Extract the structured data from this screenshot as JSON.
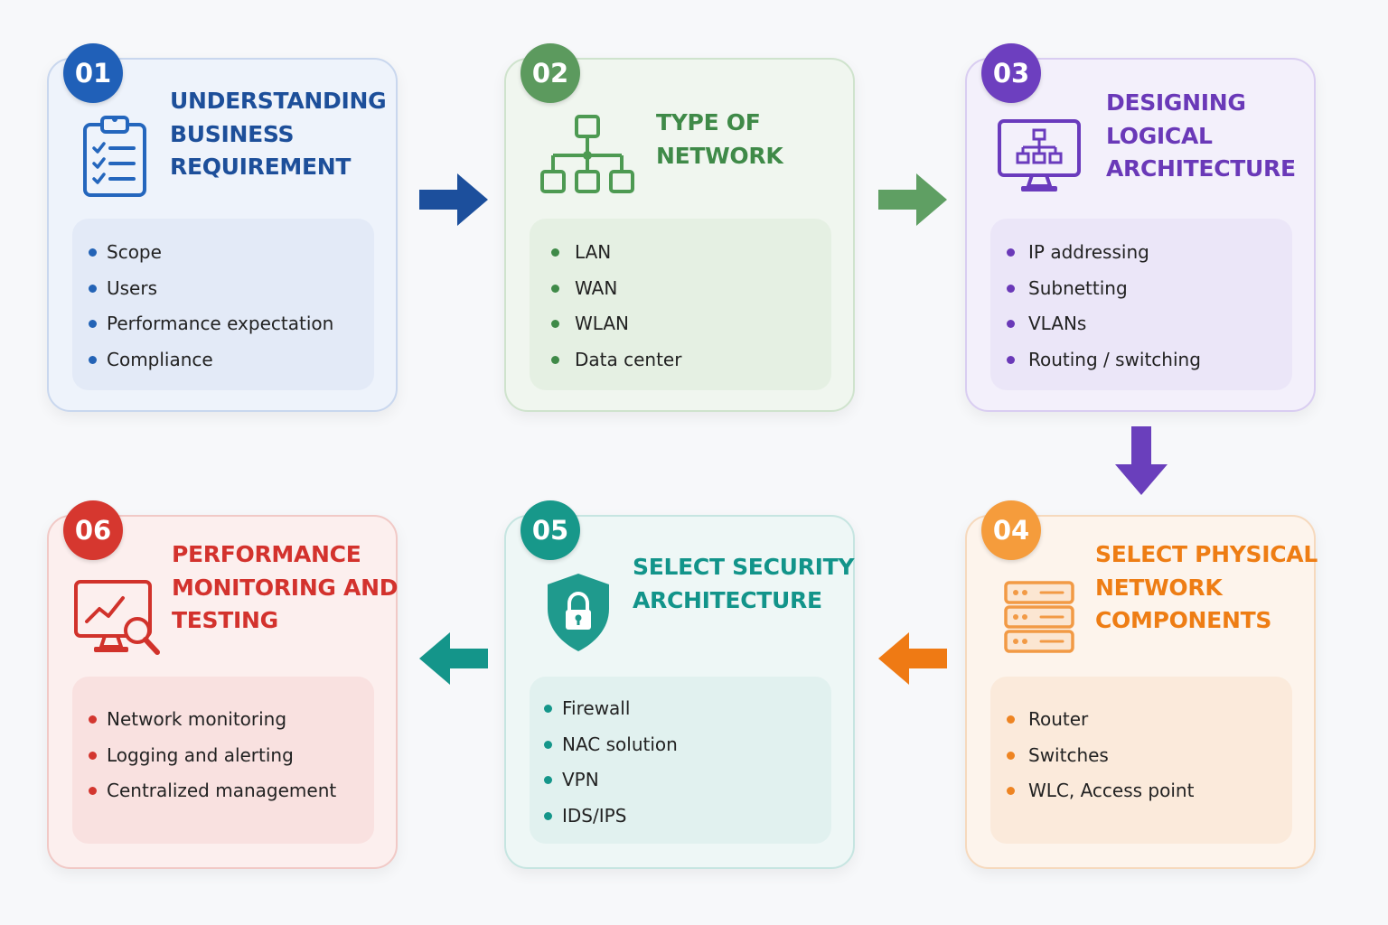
{
  "steps": [
    {
      "number": "01",
      "title_lines": [
        "UNDERSTANDING",
        "BUSINESS",
        "REQUIREMENT"
      ],
      "icon": "clipboard-checklist-icon",
      "items": [
        "Scope",
        "Users",
        "Performance expectation",
        "Compliance"
      ],
      "color": "#2060b8"
    },
    {
      "number": "02",
      "title_lines": [
        "TYPE OF",
        "NETWORK"
      ],
      "icon": "network-hierarchy-icon",
      "items": [
        "LAN",
        "WAN",
        "WLAN",
        "Data center"
      ],
      "color": "#5c9a5e"
    },
    {
      "number": "03",
      "title_lines": [
        "DESIGNING",
        "LOGICAL",
        "ARCHITECTURE"
      ],
      "icon": "monitor-topology-icon",
      "items": [
        "IP addressing",
        "Subnetting",
        "VLANs",
        "Routing / switching"
      ],
      "color": "#6d3fbf"
    },
    {
      "number": "04",
      "title_lines": [
        "SELECT PHYSICAL",
        "NETWORK",
        "COMPONENTS"
      ],
      "icon": "server-rack-icon",
      "items": [
        "Router",
        "Switches",
        "WLC, Access point"
      ],
      "color": "#f59c3c"
    },
    {
      "number": "05",
      "title_lines": [
        "SELECT SECURITY",
        "ARCHITECTURE"
      ],
      "icon": "shield-lock-icon",
      "items": [
        "Firewall",
        "NAC solution",
        "VPN",
        "IDS/IPS"
      ],
      "color": "#17988a"
    },
    {
      "number": "06",
      "title_lines": [
        "PERFORMANCE",
        "MONITORING AND",
        "TESTING"
      ],
      "icon": "monitor-chart-magnifier-icon",
      "items": [
        "Network monitoring",
        "Logging and alerting",
        "Centralized management"
      ],
      "color": "#d6372f"
    }
  ],
  "arrows": [
    {
      "from": "01",
      "to": "02",
      "direction": "right",
      "color": "#1c4f9c"
    },
    {
      "from": "02",
      "to": "03",
      "direction": "right",
      "color": "#5f9f63"
    },
    {
      "from": "03",
      "to": "04",
      "direction": "down",
      "color": "#6a3fbc"
    },
    {
      "from": "04",
      "to": "05",
      "direction": "left",
      "color": "#ef7a14"
    },
    {
      "from": "05",
      "to": "06",
      "direction": "left",
      "color": "#14958a"
    }
  ]
}
